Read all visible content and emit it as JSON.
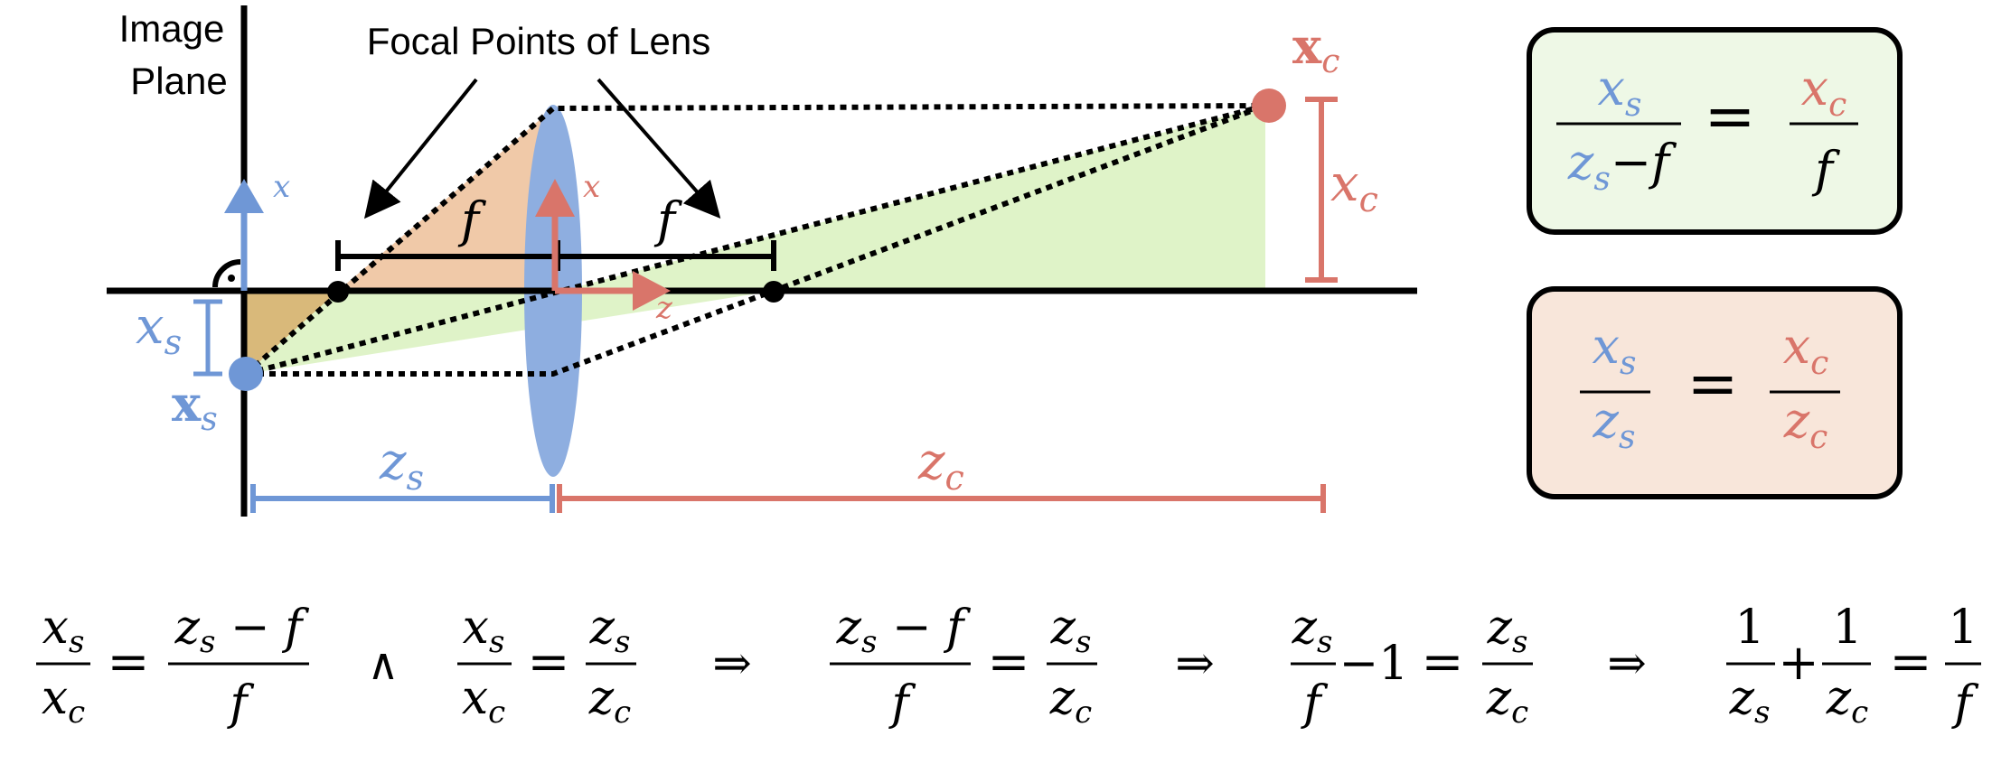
{
  "labels": {
    "image_plane_line1": "Image",
    "image_plane_line2": "Plane",
    "focal_points": "Focal Points of Lens",
    "f_left": "f",
    "f_right": "f",
    "axis_x_blue": "x",
    "axis_x_red": "x",
    "axis_z_red": "z",
    "xc_point_main": "x",
    "xc_point_sub": "c",
    "xc_dim_main": "x",
    "xc_dim_sub": "c",
    "xs_dim_main": "x",
    "xs_dim_sub": "s",
    "xs_point_main": "x",
    "xs_point_sub": "s",
    "zs_main": "z",
    "zs_sub": "s",
    "zc_main": "z",
    "zc_sub": "c"
  },
  "colors": {
    "blue": "#6f97d6",
    "red": "#d9756a",
    "green_fill": "#dff3c8",
    "orange_fill": "#f0c9a8",
    "tan_fill": "#d9b97a",
    "lens_fill": "#8eaee0",
    "green_box": "#eef8e6",
    "orange_box": "#f8e6da"
  },
  "box_green": {
    "lhs_num_main": "x",
    "lhs_num_sub": "s",
    "lhs_den_main": "z",
    "lhs_den_sub": "s",
    "lhs_den_rest": "−f",
    "eq": "=",
    "rhs_num_main": "x",
    "rhs_num_sub": "c",
    "rhs_den": "f"
  },
  "box_orange": {
    "lhs_num_main": "x",
    "lhs_num_sub": "s",
    "lhs_den_main": "z",
    "lhs_den_sub": "s",
    "eq": "=",
    "rhs_num_main": "x",
    "rhs_num_sub": "c",
    "rhs_den_main": "z",
    "rhs_den_sub": "c"
  },
  "bottom": {
    "t1": {
      "num_main": "x",
      "num_sub": "s",
      "den_main": "x",
      "den_sub": "c"
    },
    "t2": {
      "num_main": "z",
      "num_sub": "s",
      "num_rest": " − f",
      "den": "f"
    },
    "t3": {
      "num_main": "x",
      "num_sub": "s",
      "den_main": "x",
      "den_sub": "c"
    },
    "t4": {
      "num_main": "z",
      "num_sub": "s",
      "den_main": "z",
      "den_sub": "c"
    },
    "t5": {
      "num_main": "z",
      "num_sub": "s",
      "num_rest": " − f",
      "den": "f"
    },
    "t6": {
      "num_main": "z",
      "num_sub": "s",
      "den_main": "z",
      "den_sub": "c"
    },
    "t7": {
      "num_main": "z",
      "num_sub": "s",
      "den": "f"
    },
    "t7_rest": "−1",
    "t8": {
      "num_main": "z",
      "num_sub": "s",
      "den_main": "z",
      "den_sub": "c"
    },
    "t9": {
      "num": "1",
      "den_main": "z",
      "den_sub": "s"
    },
    "plus": "+",
    "t10": {
      "num": "1",
      "den_main": "z",
      "den_sub": "c"
    },
    "t11": {
      "num": "1",
      "den": "f"
    },
    "eq": "=",
    "and": "∧",
    "implies": "⇒"
  }
}
